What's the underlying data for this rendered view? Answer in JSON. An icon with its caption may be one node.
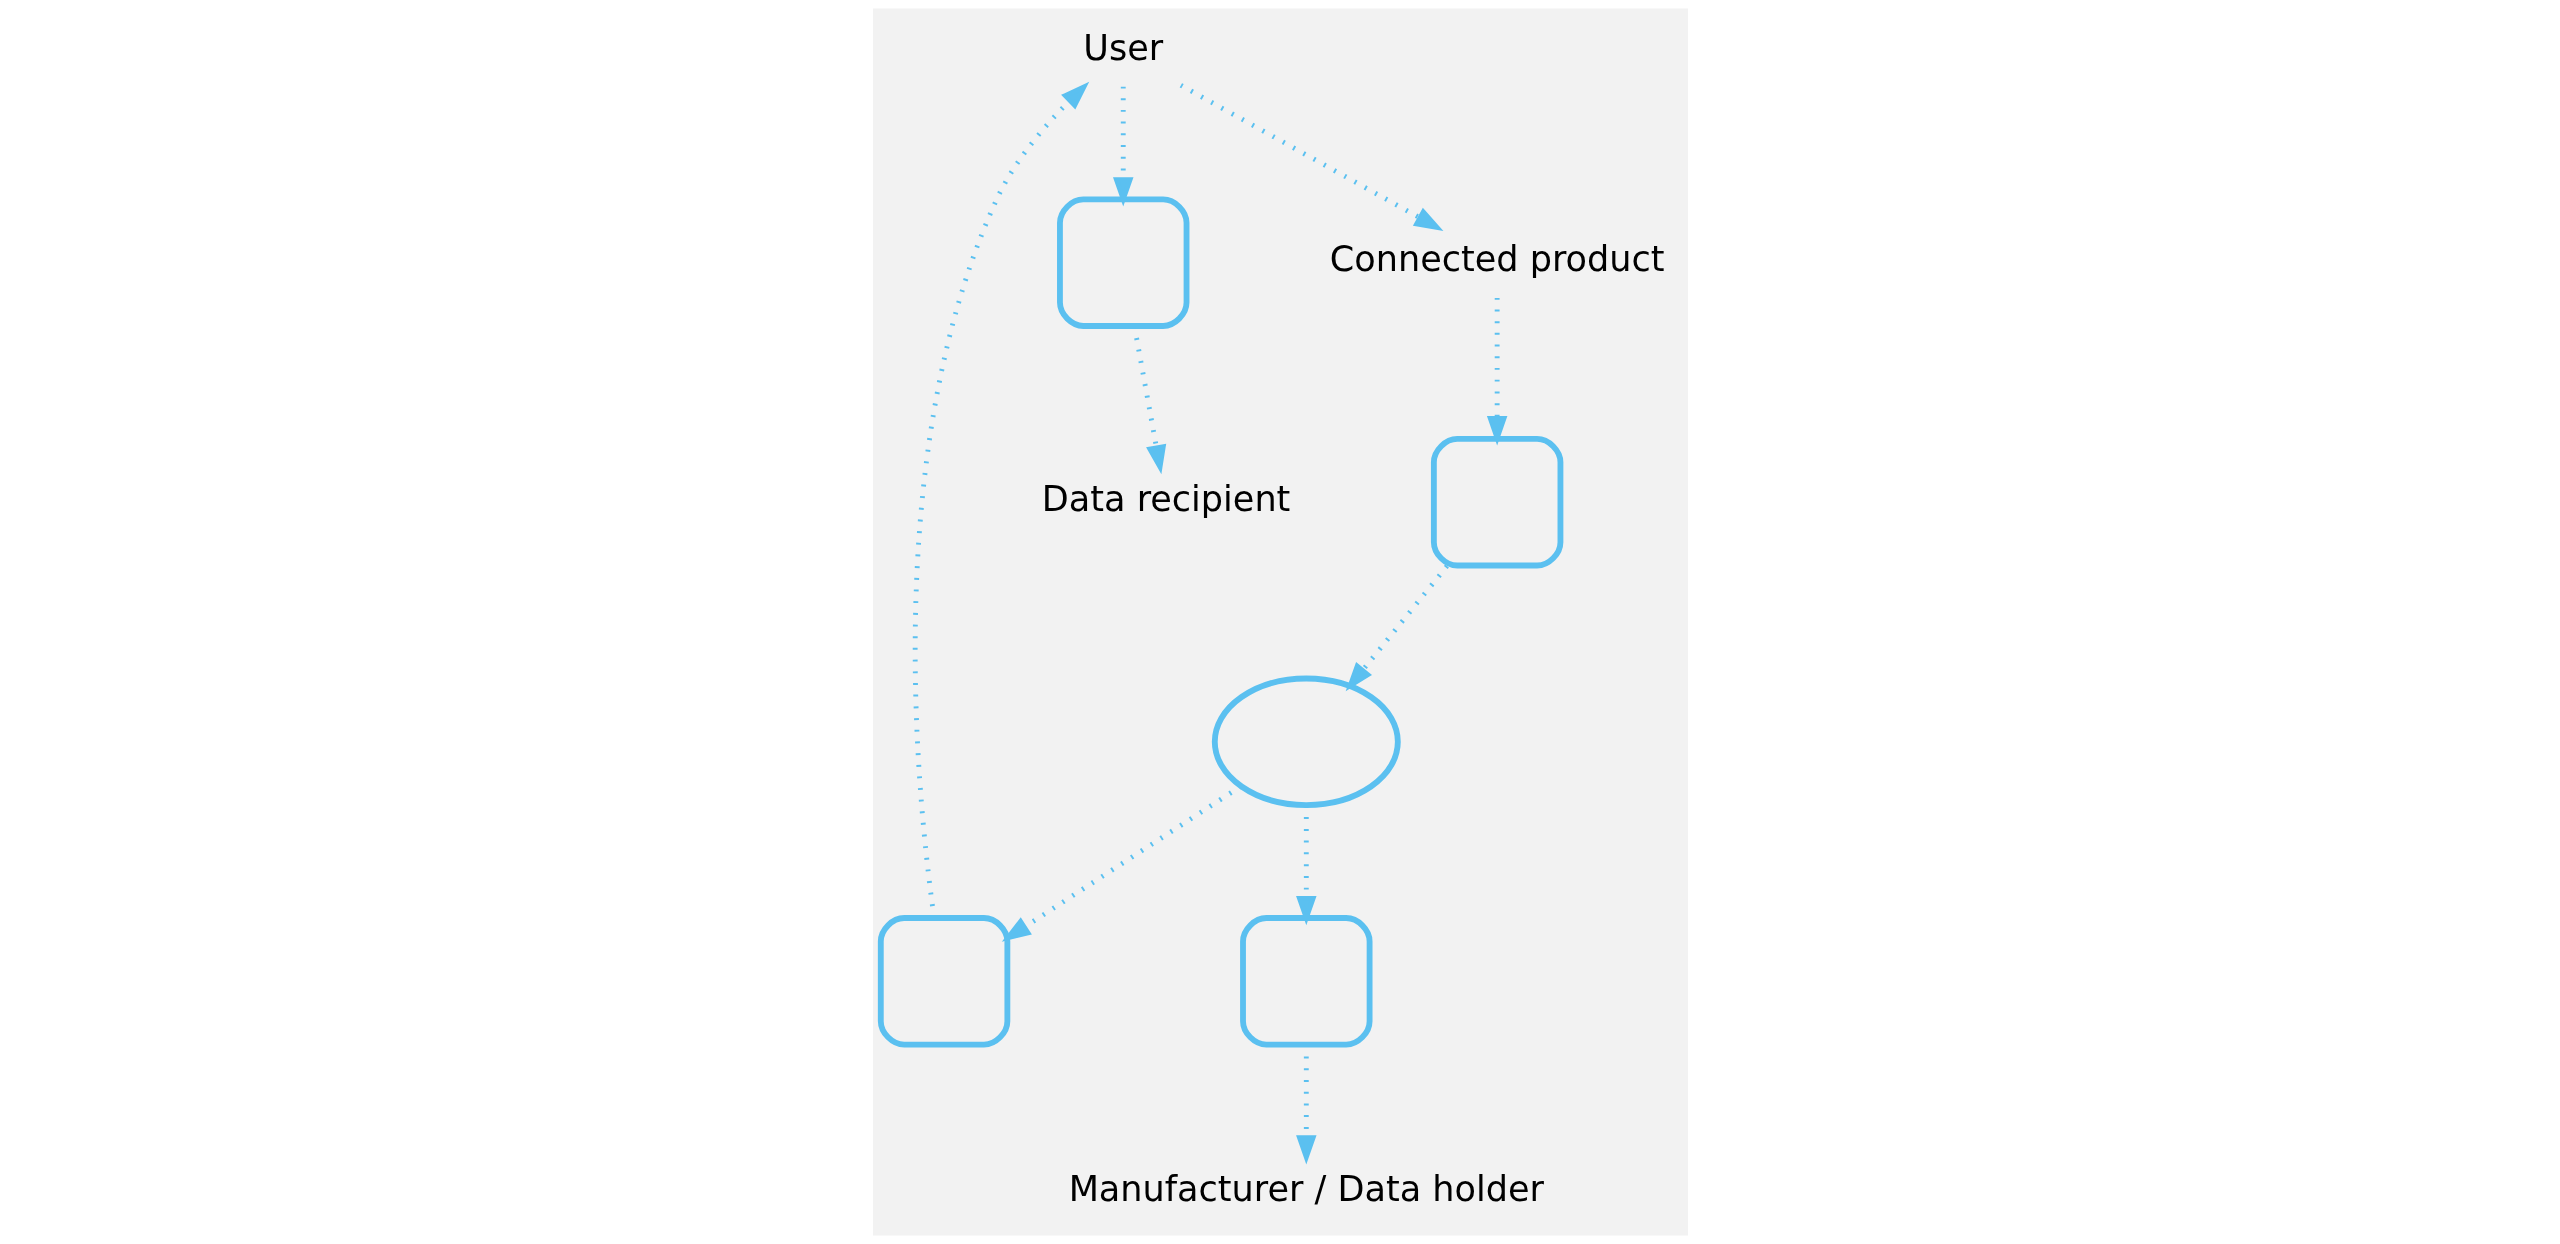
{
  "diagram": {
    "nodes": [
      {
        "text": [
          "Data recipient"
        ]
      },
      {
        "text": [],
        "shape": "cloud"
      },
      {
        "text": [],
        "shape": "box"
      },
      {
        "text": [],
        "shape": "box"
      },
      {
        "text": [],
        "shape": "box"
      },
      {
        "text": [],
        "shape": "box"
      },
      {
        "text": [
          "User"
        ]
      },
      {
        "text": [
          "Connected product"
        ]
      },
      {
        "text": [
          "Manufacturer / Data holder"
        ]
      }
    ],
    "edges": [
      {
        "from": 6,
        "to": 2,
        "arrow": "to"
      },
      {
        "from": 2,
        "to": 0,
        "arrow": "to"
      },
      {
        "from": 3,
        "to": 6,
        "arrow": "to"
      },
      {
        "from": 1,
        "to": 3,
        "arrow": "to"
      },
      {
        "from": 6,
        "to": 7,
        "arrow": "to"
      },
      {
        "from": 7,
        "to": 4,
        "arrow": "to"
      },
      {
        "from": 4,
        "to": 1,
        "arrow": "to"
      },
      {
        "from": 1,
        "to": 5,
        "arrow": "to"
      },
      {
        "from": 5,
        "to": 8,
        "arrow": "to"
      }
    ]
  }
}
